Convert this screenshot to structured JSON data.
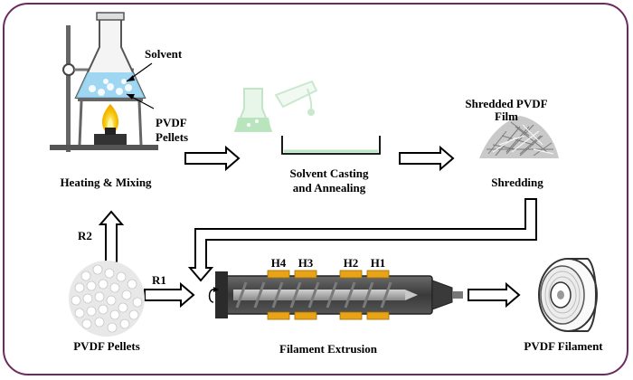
{
  "labels": {
    "solvent": "Solvent",
    "pvdf_pellets_top_line1": "PVDF",
    "pvdf_pellets_top_line2": "Pellets",
    "heating_mixing": "Heating & Mixing",
    "casting_line1": "Solvent Casting",
    "casting_line2": "and Annealing",
    "shredded_line1": "Shredded PVDF",
    "shredded_line2": "Film",
    "shredding": "Shredding",
    "r2": "R2",
    "r1": "R1",
    "pvdf_pellets_bottom": "PVDF Pellets",
    "filament_extrusion": "Filament Extrusion",
    "pvdf_filament": "PVDF Filament",
    "heaters": [
      "H4",
      "H3",
      "H2",
      "H1"
    ]
  },
  "colors": {
    "frame": "#6e2a5f",
    "heater": "#e8a317",
    "flame": "#f5c400",
    "solvent_blue": "#8fd0f0",
    "beaker_green": "#a8e2b0"
  },
  "icons": {
    "process_arrow": "hollow-arrow",
    "beaker": "flask-pour-icon",
    "burner": "bunsen-burner-icon"
  }
}
